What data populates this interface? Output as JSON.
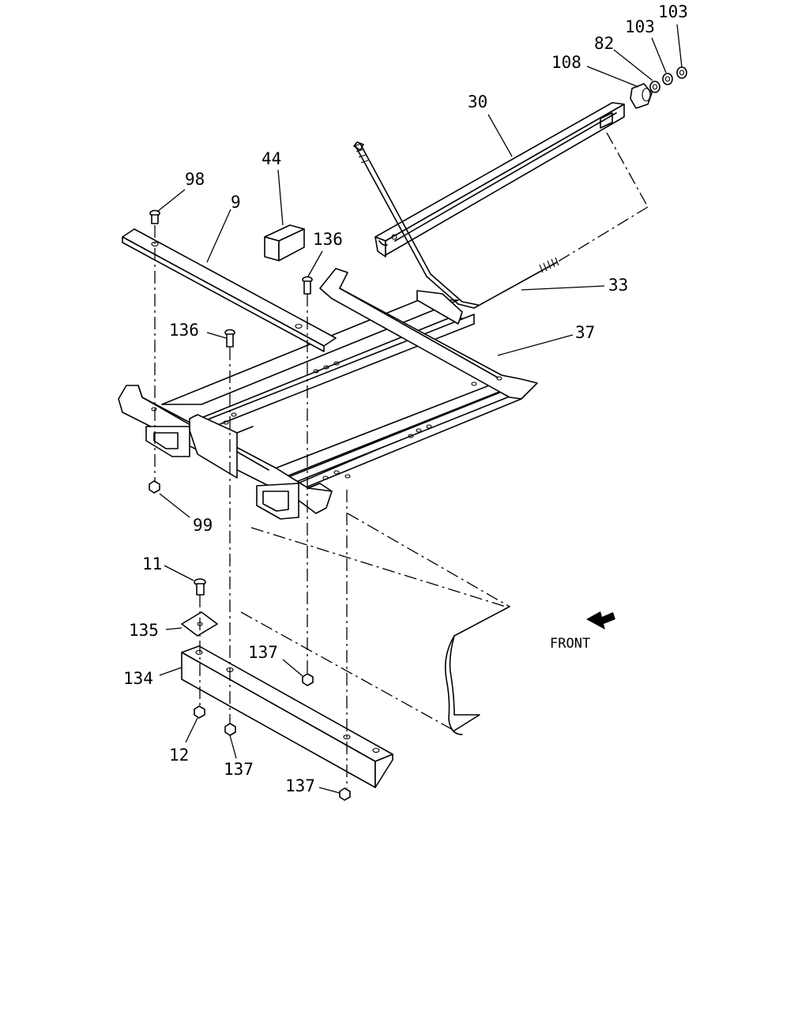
{
  "diagram": {
    "callouts": {
      "c103a": "103",
      "c103b": "103",
      "c82": "82",
      "c108": "108",
      "c30": "30",
      "c44": "44",
      "c98": "98",
      "c9": "9",
      "c136a": "136",
      "c136b": "136",
      "c33": "33",
      "c37": "37",
      "c99": "99",
      "c11": "11",
      "c135": "135",
      "c137a": "137",
      "c134": "134",
      "c12": "12",
      "c137b": "137",
      "c137c": "137"
    },
    "direction_label": "FRONT"
  }
}
